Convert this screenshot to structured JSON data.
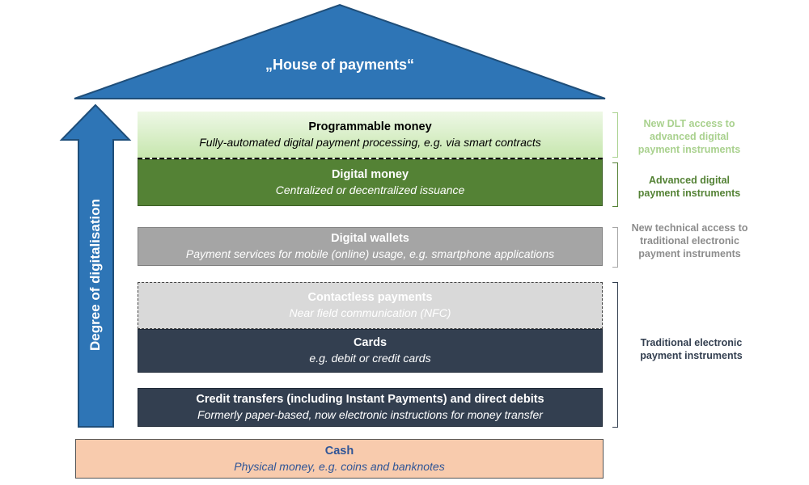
{
  "roof": {
    "title": "„House of payments“",
    "color": "#2e75b6"
  },
  "arrow": {
    "label": "Degree of digitalisation",
    "color": "#2e75b6"
  },
  "layers": {
    "programmable": {
      "title": "Programmable money",
      "subtitle": "Fully-automated digital payment processing, e.g. via smart contracts"
    },
    "digital_money": {
      "title": "Digital money",
      "subtitle": "Centralized or decentralized issuance"
    },
    "wallets": {
      "title": "Digital wallets",
      "subtitle": "Payment services for mobile (online) usage, e.g. smartphone applications"
    },
    "contactless": {
      "title": "Contactless payments",
      "subtitle": "Near field communication (NFC)"
    },
    "cards": {
      "title": "Cards",
      "subtitle": "e.g. debit or credit cards"
    },
    "credit": {
      "title": "Credit transfers (including Instant Payments) and direct debits",
      "subtitle": "Formerly paper-based, now electronic instructions for money transfer"
    },
    "cash": {
      "title": "Cash",
      "subtitle": "Physical money, e.g. coins and banknotes"
    }
  },
  "side_labels": {
    "dlt": {
      "text": "New DLT access to advanced digital payment instruments",
      "color": "#a9d18e"
    },
    "advanced": {
      "text": "Advanced digital payment instruments",
      "color": "#548235"
    },
    "technical": {
      "text": "New technical access to traditional electronic payment instruments",
      "color": "#8c8c8c"
    },
    "traditional": {
      "text": "Traditional electronic payment instruments",
      "color": "#333f50"
    }
  }
}
